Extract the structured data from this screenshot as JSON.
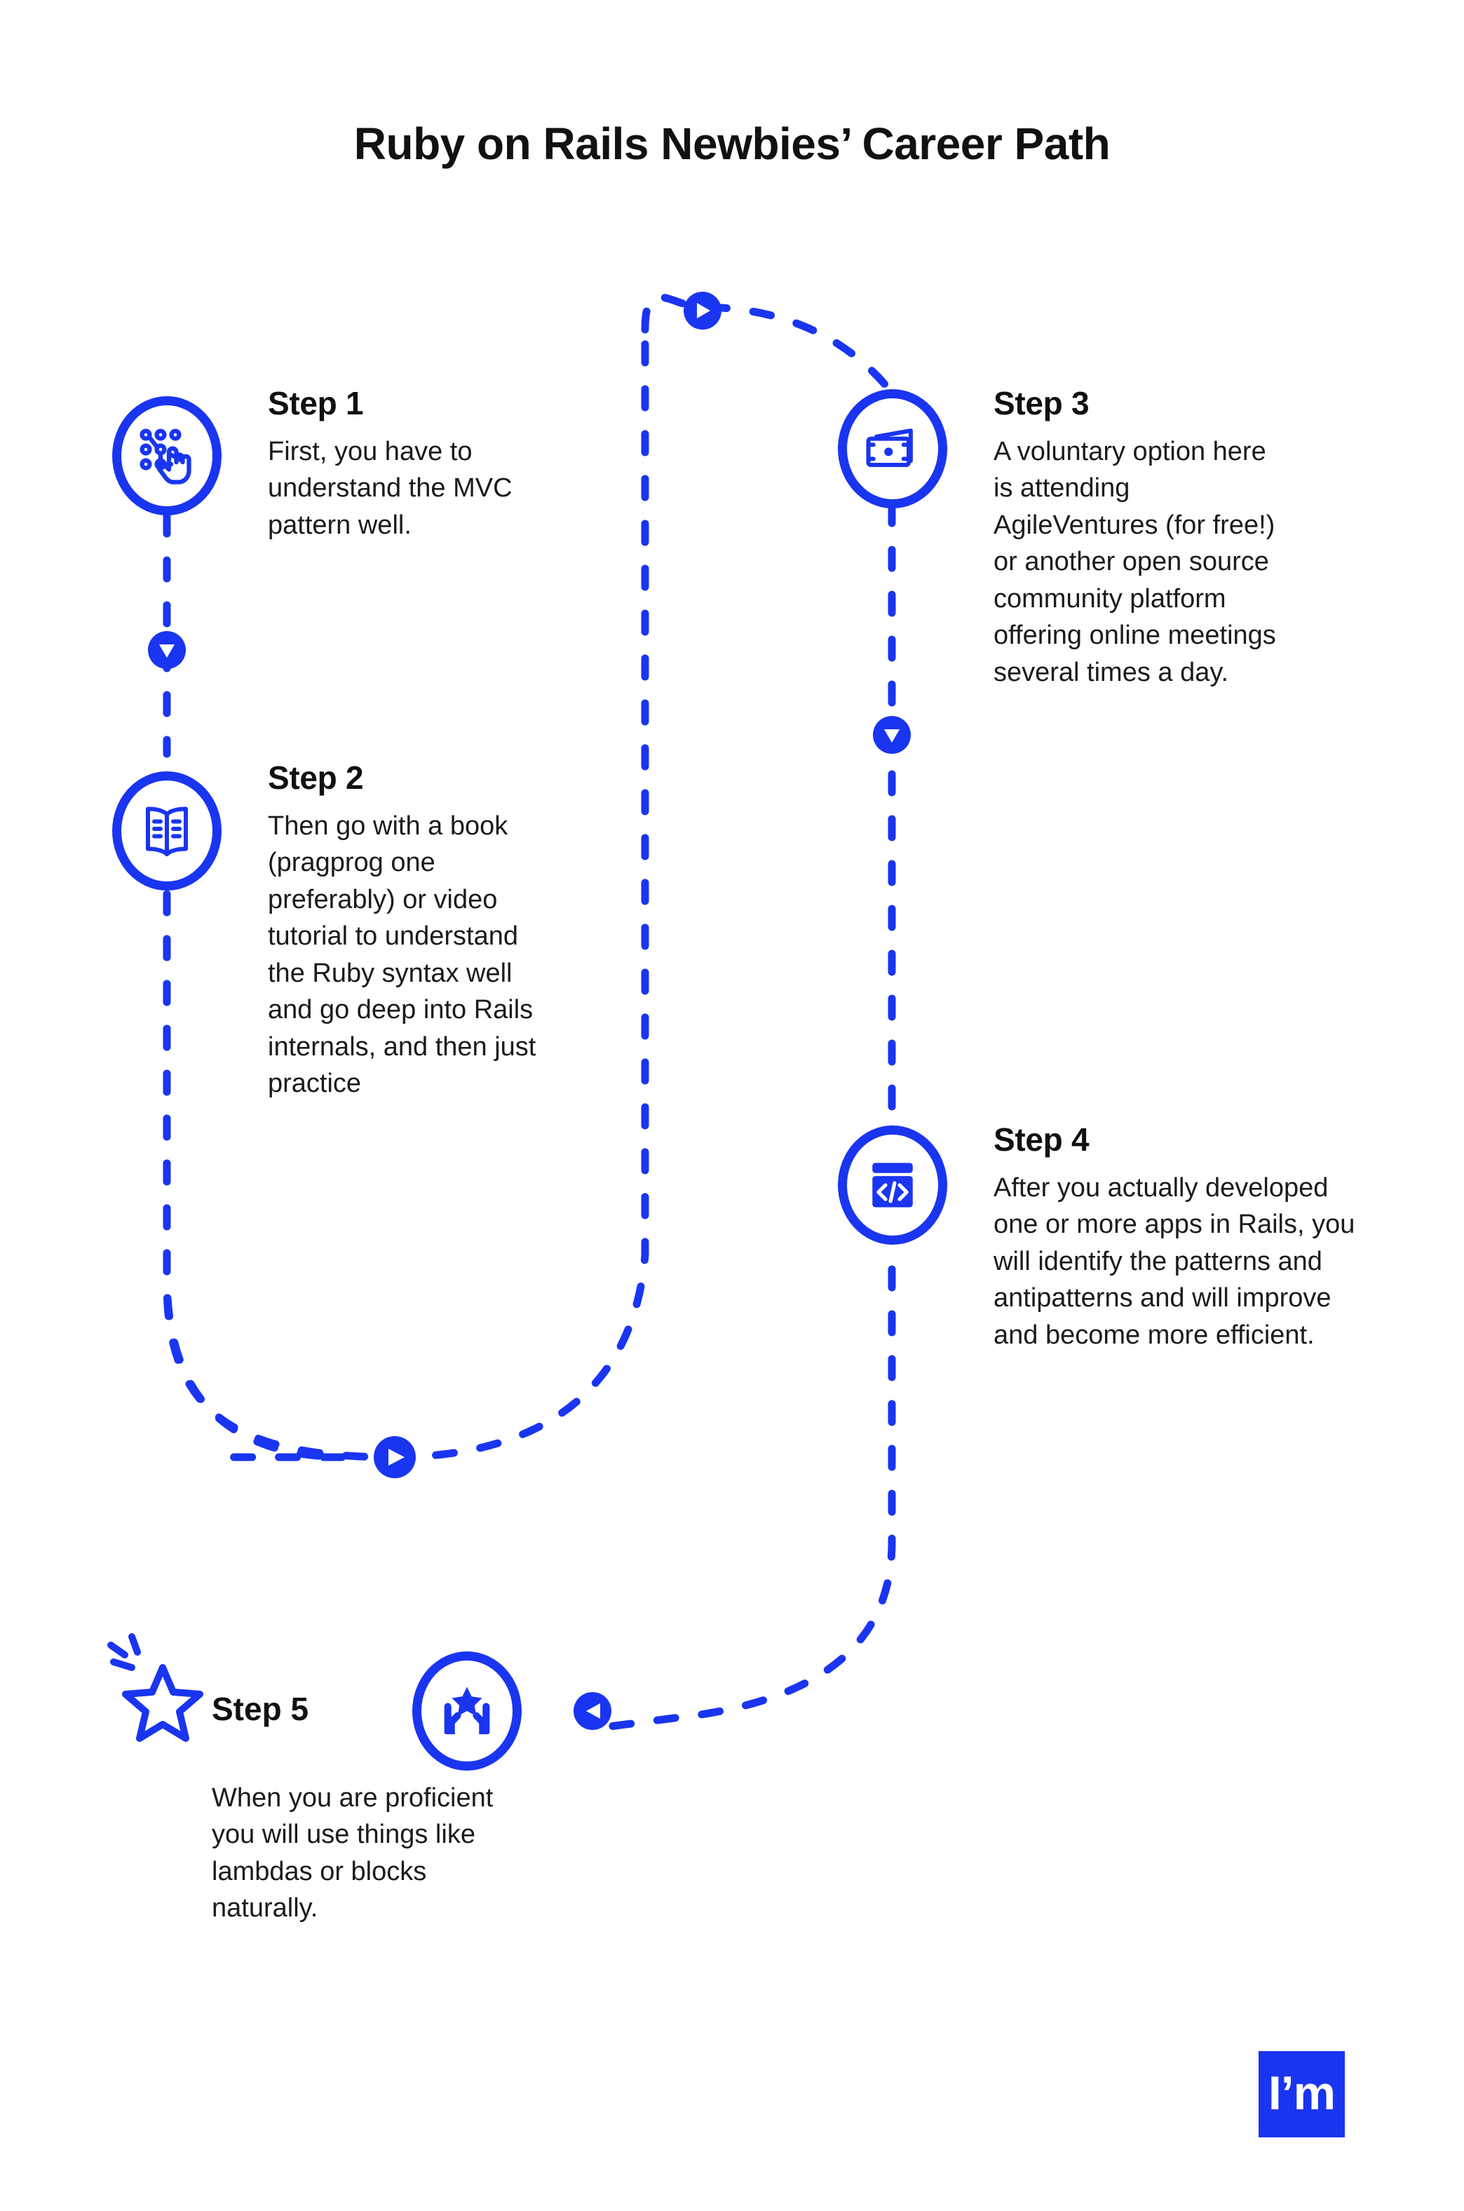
{
  "title": "Ruby on Rails Newbies’ Career Path",
  "colors": {
    "accent_blue": "#1A35F0",
    "text_black": "#111111",
    "background": "#FFFFFF"
  },
  "steps": [
    {
      "id": "step-1",
      "heading": "Step 1",
      "body": "First, you have to understand the MVC pattern well.",
      "icon": "pattern-lock-touch-icon"
    },
    {
      "id": "step-2",
      "heading": "Step 2",
      "body": "Then go with a book (pragprog one preferably) or video tutorial to understand the Ruby syntax well and go deep into Rails internals, and then just practice",
      "icon": "open-book-icon"
    },
    {
      "id": "step-3",
      "heading": "Step 3",
      "body": "A voluntary option here is attending AgileVentures (for free!) or another open source community platform offering online meetings several times a day.",
      "icon": "banknotes-money-icon"
    },
    {
      "id": "step-4",
      "heading": "Step 4",
      "body": "After you actually developed one or more apps in Rails, you will identify the patterns and antipatterns and will improve and become more efficient.",
      "icon": "code-window-icon"
    },
    {
      "id": "step-5",
      "heading": "Step 5",
      "body": "When you are proficient you will use things like lambdas or blocks naturally.",
      "icon": "hands-holding-star-icon",
      "decoration_icon": "sparkle-star-icon"
    }
  ],
  "path": {
    "style": "dashed",
    "color": "#1A35F0",
    "markers": [
      {
        "id": "marker-top",
        "direction": "right"
      },
      {
        "id": "marker-left-down",
        "direction": "down"
      },
      {
        "id": "marker-bottom-uturn",
        "direction": "right"
      },
      {
        "id": "marker-right-down",
        "direction": "down"
      },
      {
        "id": "marker-final-left",
        "direction": "left"
      }
    ]
  },
  "logo": {
    "text": "I’m",
    "background": "#1A35F0",
    "foreground": "#FFFFFF"
  }
}
